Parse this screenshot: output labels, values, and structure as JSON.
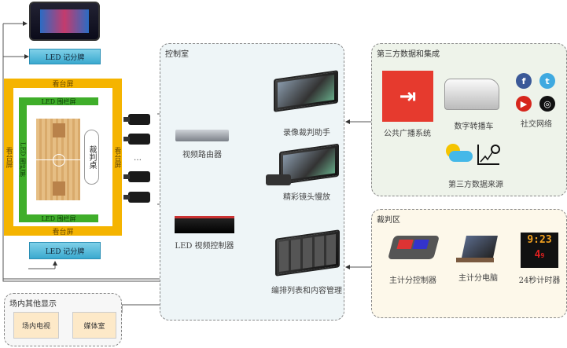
{
  "venue": {
    "scoreboard_top": "LED 记分牌",
    "scoreboard_bottom": "LED 记分牌",
    "stand_top": "看台屏",
    "stand_bottom": "看台屏",
    "stand_left": "看台屏",
    "stand_right": "看台屏",
    "fence_top": "LED 围栏屏",
    "fence_bottom": "LED 围栏屏",
    "fence_left": "LED 围栏屏",
    "referee_table": "裁判桌",
    "camera_ellipsis": "…"
  },
  "control_room": {
    "title": "控制室",
    "router": "视频路由器",
    "video_referee": "录像裁判助手",
    "replay": "精彩镜头慢放",
    "led_controller": "LED 视频控制器",
    "playlist": "编排列表和内容管理"
  },
  "third_party": {
    "title": "第三方数据和集成",
    "pa_system": "公共广播系统",
    "broadcast_van": "数字转播车",
    "social": "社交网络",
    "data_source": "第三方数据来源",
    "social_icons": [
      "f",
      "t",
      "▶",
      "◎"
    ]
  },
  "referee_area": {
    "title": "裁判区",
    "score_controller": "主计分控制器",
    "score_pc": "主计分电脑",
    "shot_clock": "24秒计时器",
    "clock_time": "9:23",
    "clock_shot": "4",
    "clock_shot_tenth": "9"
  },
  "other_displays": {
    "title": "场内其他显示",
    "tv": "场内电视",
    "media": "媒体室"
  },
  "colors": {
    "stand": "#f5b400",
    "fence": "#3fae2a",
    "led_box": "#4ab5da",
    "pa": "#e63a2e"
  }
}
